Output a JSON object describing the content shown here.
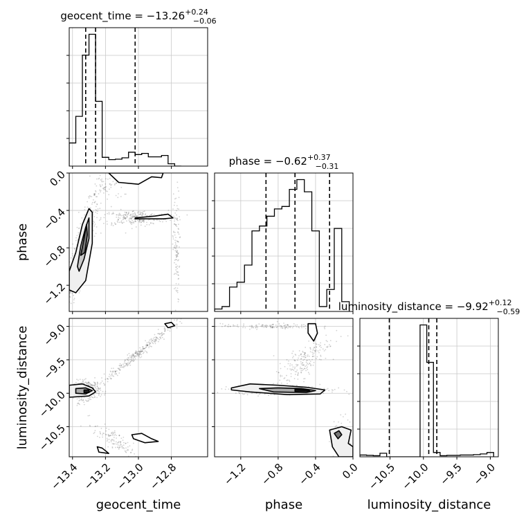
{
  "chart_data": {
    "type": "corner",
    "parameters": [
      "geocent_time",
      "phase",
      "luminosity_distance"
    ],
    "titles": [
      {
        "param": "geocent_time",
        "prefix": "geocent_time = ",
        "median": "−13.26",
        "plus": "+0.24",
        "minus": "−0.06"
      },
      {
        "param": "phase",
        "prefix": "phase = ",
        "median": "−0.62",
        "plus": "+0.37",
        "minus": "−0.31"
      },
      {
        "param": "luminosity_distance",
        "prefix": "luminosity_distance = ",
        "median": "−9.92",
        "plus": "+0.12",
        "minus": "−0.59"
      }
    ],
    "axis_labels": {
      "x": [
        "geocent_time",
        "phase",
        "luminosity_distance"
      ],
      "y": [
        "phase",
        "luminosity_distance"
      ]
    },
    "ranges": {
      "geocent_time": [
        -13.42,
        -12.58
      ],
      "phase": [
        -1.48,
        0.0
      ],
      "luminosity_distance": [
        -10.95,
        -8.88
      ]
    },
    "ticks": {
      "geocent_time": [
        {
          "v": -13.4,
          "label": "−13.4"
        },
        {
          "v": -13.2,
          "label": "−13.2"
        },
        {
          "v": -13.0,
          "label": "−13.0"
        },
        {
          "v": -12.8,
          "label": "−12.8"
        }
      ],
      "phase": [
        {
          "v": -1.2,
          "label": "−1.2"
        },
        {
          "v": -0.8,
          "label": "−0.8"
        },
        {
          "v": -0.4,
          "label": "−0.4"
        },
        {
          "v": 0.0,
          "label": "0.0"
        }
      ],
      "luminosity_distance": [
        {
          "v": -10.5,
          "label": "−10.5"
        },
        {
          "v": -10.0,
          "label": "−10.0"
        },
        {
          "v": -9.5,
          "label": "−9.5"
        },
        {
          "v": -9.0,
          "label": "−9.0"
        }
      ]
    },
    "histograms": {
      "geocent_time": {
        "bins": [
          -13.42,
          -13.38,
          -13.34,
          -13.3,
          -13.26,
          -13.22,
          -13.18,
          -13.14,
          -13.1,
          -13.06,
          -13.02,
          -12.98,
          -12.94,
          -12.9,
          -12.86,
          -12.82,
          -12.78,
          -12.74
        ],
        "counts": [
          100,
          215,
          480,
          570,
          280,
          38,
          28,
          30,
          36,
          60,
          50,
          55,
          40,
          40,
          46,
          10,
          0
        ],
        "quantiles": [
          -13.32,
          -13.26,
          -13.02
        ]
      },
      "phase": {
        "bins": [
          -1.48,
          -1.4,
          -1.32,
          -1.24,
          -1.16,
          -1.08,
          -1.0,
          -0.92,
          -0.84,
          -0.76,
          -0.68,
          -0.6,
          -0.52,
          -0.44,
          -0.36,
          -0.28,
          -0.2,
          -0.12,
          -0.04
        ],
        "counts": [
          10,
          20,
          100,
          120,
          190,
          330,
          350,
          390,
          420,
          430,
          500,
          540,
          490,
          330,
          20,
          90,
          340,
          40
        ],
        "quantiles": [
          -0.93,
          -0.62,
          -0.25
        ]
      },
      "luminosity_distance": {
        "bins": [
          -10.95,
          -10.85,
          -10.75,
          -10.65,
          -10.55,
          -10.45,
          -10.35,
          -10.25,
          -10.15,
          -10.05,
          -9.95,
          -9.85,
          -9.75,
          -9.65,
          -9.55,
          -9.45,
          -9.35,
          -9.25,
          -9.15,
          -9.05,
          -8.95
        ],
        "counts": [
          5,
          4,
          3,
          10,
          0,
          0,
          0,
          0,
          0,
          370,
          265,
          12,
          3,
          4,
          4,
          5,
          5,
          6,
          8,
          12
        ],
        "quantiles": [
          -10.51,
          -9.92,
          -9.8
        ]
      }
    },
    "scatter_regions": [
      {
        "x": "geocent_time",
        "y": "phase",
        "blobs": [
          {
            "cx": -13.34,
            "cy": -0.8,
            "sx": 0.05,
            "sy": 0.28,
            "rho": 0.85,
            "n": 500
          },
          {
            "cx": -13.02,
            "cy": -0.48,
            "sx": 0.1,
            "sy": 0.04,
            "rho": 0.0,
            "n": 250
          },
          {
            "cx": -12.77,
            "cy": -0.8,
            "sx": 0.01,
            "sy": 0.3,
            "rho": 0.0,
            "n": 120
          },
          {
            "cx": -13.19,
            "cy": -0.15,
            "sx": 0.05,
            "sy": 0.08,
            "rho": 0.0,
            "n": 60
          }
        ]
      },
      {
        "x": "geocent_time",
        "y": "luminosity_distance",
        "blobs": [
          {
            "cx": -13.31,
            "cy": -9.95,
            "sx": 0.04,
            "sy": 0.07,
            "rho": 0.0,
            "n": 300
          },
          {
            "cx": -13.0,
            "cy": -9.4,
            "sx": 0.14,
            "sy": 0.28,
            "rho": 0.99,
            "n": 300
          },
          {
            "cx": -13.15,
            "cy": -10.7,
            "sx": 0.06,
            "sy": 0.12,
            "rho": -0.8,
            "n": 120
          }
        ]
      },
      {
        "x": "phase",
        "y": "luminosity_distance",
        "blobs": [
          {
            "cx": -0.75,
            "cy": -9.95,
            "sx": 0.25,
            "sy": 0.03,
            "rho": 0.0,
            "n": 400
          },
          {
            "cx": -0.55,
            "cy": -9.55,
            "sx": 0.15,
            "sy": 0.2,
            "rho": 0.8,
            "n": 200
          },
          {
            "cx": -0.9,
            "cy": -9.0,
            "sx": 0.25,
            "sy": 0.02,
            "rho": 0.0,
            "n": 120
          },
          {
            "cx": -0.12,
            "cy": -10.65,
            "sx": 0.06,
            "sy": 0.15,
            "rho": 0.0,
            "n": 80
          }
        ]
      }
    ],
    "contours": [
      {
        "x": "geocent_time",
        "y": "phase",
        "levels": [
          {
            "fill": "#f0f0f0",
            "pts": [
              [
                -13.42,
                -1.05
              ],
              [
                -13.38,
                -0.85
              ],
              [
                -13.34,
                -0.55
              ],
              [
                -13.3,
                -0.38
              ],
              [
                -13.28,
                -0.42
              ],
              [
                -13.28,
                -0.75
              ],
              [
                -13.32,
                -1.15
              ],
              [
                -13.38,
                -1.28
              ],
              [
                -13.42,
                -1.25
              ]
            ]
          },
          {
            "fill": "#c8c8c8",
            "pts": [
              [
                -13.37,
                -1.0
              ],
              [
                -13.35,
                -0.78
              ],
              [
                -13.32,
                -0.58
              ],
              [
                -13.3,
                -0.48
              ],
              [
                -13.3,
                -0.7
              ],
              [
                -13.33,
                -0.92
              ],
              [
                -13.36,
                -1.05
              ]
            ]
          },
          {
            "fill": "#777777",
            "pts": [
              [
                -13.35,
                -0.88
              ],
              [
                -13.33,
                -0.7
              ],
              [
                -13.315,
                -0.55
              ],
              [
                -13.31,
                -0.66
              ],
              [
                -13.325,
                -0.85
              ]
            ]
          },
          {
            "fill": "#ffffff",
            "pts": [
              [
                -13.02,
                -0.48
              ],
              [
                -12.9,
                -0.46
              ],
              [
                -12.82,
                -0.44
              ],
              [
                -12.79,
                -0.48
              ],
              [
                -12.85,
                -0.49
              ],
              [
                -13.02,
                -0.49
              ]
            ]
          },
          {
            "fill": "#ffffff",
            "pts": [
              [
                -13.18,
                0.0
              ],
              [
                -13.12,
                -0.1
              ],
              [
                -13.0,
                -0.12
              ],
              [
                -12.92,
                -0.04
              ],
              [
                -12.86,
                -0.05
              ],
              [
                -12.85,
                0.0
              ]
            ]
          }
        ]
      },
      {
        "x": "geocent_time",
        "y": "luminosity_distance",
        "levels": [
          {
            "fill": "#f0f0f0",
            "pts": [
              [
                -13.42,
                -9.88
              ],
              [
                -13.34,
                -9.86
              ],
              [
                -13.28,
                -9.92
              ],
              [
                -13.26,
                -9.98
              ],
              [
                -13.3,
                -10.04
              ],
              [
                -13.42,
                -10.06
              ]
            ]
          },
          {
            "fill": "#aaaaaa",
            "pts": [
              [
                -13.38,
                -9.93
              ],
              [
                -13.32,
                -9.92
              ],
              [
                -13.28,
                -9.96
              ],
              [
                -13.32,
                -10.01
              ],
              [
                -13.38,
                -10.0
              ]
            ]
          },
          {
            "fill": "#222222",
            "pts": [
              [
                -13.33,
                -9.95
              ],
              [
                -13.3,
                -9.95
              ],
              [
                -13.3,
                -9.99
              ],
              [
                -13.33,
                -9.99
              ]
            ]
          },
          {
            "fill": "#ffffff",
            "pts": [
              [
                -12.84,
                -8.96
              ],
              [
                -12.8,
                -8.94
              ],
              [
                -12.78,
                -8.99
              ],
              [
                -12.82,
                -9.02
              ]
            ]
          },
          {
            "fill": "#ffffff",
            "pts": [
              [
                -13.04,
                -10.62
              ],
              [
                -12.98,
                -10.6
              ],
              [
                -12.92,
                -10.68
              ],
              [
                -12.88,
                -10.72
              ],
              [
                -12.96,
                -10.74
              ],
              [
                -13.03,
                -10.68
              ]
            ]
          },
          {
            "fill": "#ffffff",
            "pts": [
              [
                -13.25,
                -10.8
              ],
              [
                -13.22,
                -10.82
              ],
              [
                -13.18,
                -10.9
              ],
              [
                -13.24,
                -10.88
              ]
            ]
          }
        ]
      },
      {
        "x": "phase",
        "y": "luminosity_distance",
        "levels": [
          {
            "fill": "#f0f0f0",
            "pts": [
              [
                -1.3,
                -9.92
              ],
              [
                -1.1,
                -9.86
              ],
              [
                -0.8,
                -9.88
              ],
              [
                -0.5,
                -9.91
              ],
              [
                -0.3,
                -9.95
              ],
              [
                -0.35,
                -10.01
              ],
              [
                -0.7,
                -10.02
              ],
              [
                -1.1,
                -9.98
              ],
              [
                -1.3,
                -9.95
              ]
            ]
          },
          {
            "fill": "#aaaaaa",
            "pts": [
              [
                -1.0,
                -9.93
              ],
              [
                -0.8,
                -9.92
              ],
              [
                -0.55,
                -9.93
              ],
              [
                -0.4,
                -9.96
              ],
              [
                -0.5,
                -9.99
              ],
              [
                -0.85,
                -9.98
              ]
            ]
          },
          {
            "fill": "#222222",
            "pts": [
              [
                -0.62,
                -9.94
              ],
              [
                -0.48,
                -9.95
              ],
              [
                -0.46,
                -9.97
              ],
              [
                -0.62,
                -9.97
              ]
            ]
          },
          {
            "fill": "#ffffff",
            "pts": [
              [
                -0.48,
                -8.96
              ],
              [
                -0.4,
                -8.96
              ],
              [
                -0.38,
                -9.1
              ],
              [
                -0.42,
                -9.22
              ],
              [
                -0.48,
                -9.1
              ]
            ]
          },
          {
            "fill": "#f0f0f0",
            "pts": [
              [
                -0.25,
                -10.55
              ],
              [
                -0.12,
                -10.5
              ],
              [
                -0.02,
                -10.55
              ],
              [
                -0.05,
                -10.75
              ],
              [
                0.0,
                -10.8
              ],
              [
                0.0,
                -10.95
              ],
              [
                -0.15,
                -10.95
              ],
              [
                -0.22,
                -10.8
              ]
            ]
          },
          {
            "fill": "#777777",
            "pts": [
              [
                -0.2,
                -10.6
              ],
              [
                -0.15,
                -10.56
              ],
              [
                -0.12,
                -10.62
              ],
              [
                -0.16,
                -10.68
              ]
            ]
          }
        ]
      }
    ]
  }
}
